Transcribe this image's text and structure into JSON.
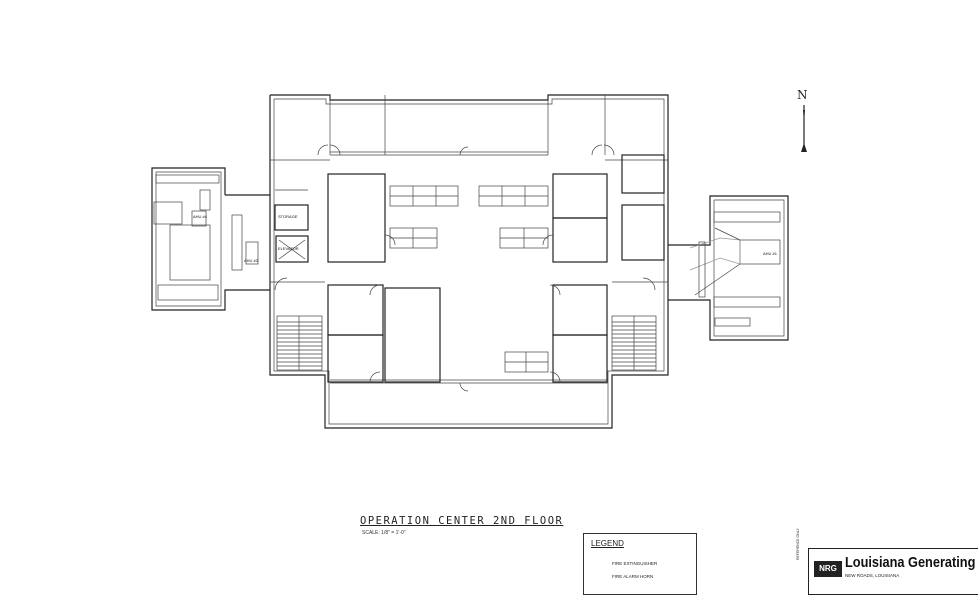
{
  "drawing": {
    "title": "OPERATION CENTER 2ND FLOOR",
    "scale": "SCALE:  1/8\" = 1'-0\"",
    "north_label": "N"
  },
  "rooms": {
    "storage": "STORAGE",
    "elevator": "ELEVATOR",
    "ahu_4": "AHU #4",
    "ahu_3": "AHU #3",
    "ahu_right": "AHU #1"
  },
  "legend": {
    "title": "LEGEND",
    "items": [
      "FIRE EXTINGUISHER",
      "FIRE ALARM HORN"
    ]
  },
  "title_block": {
    "logo": "NRG",
    "company": "Louisiana Generating LLC",
    "location": "NEW ROADS, LOUISIANA",
    "side_note": "REFERENCE ONLY"
  }
}
